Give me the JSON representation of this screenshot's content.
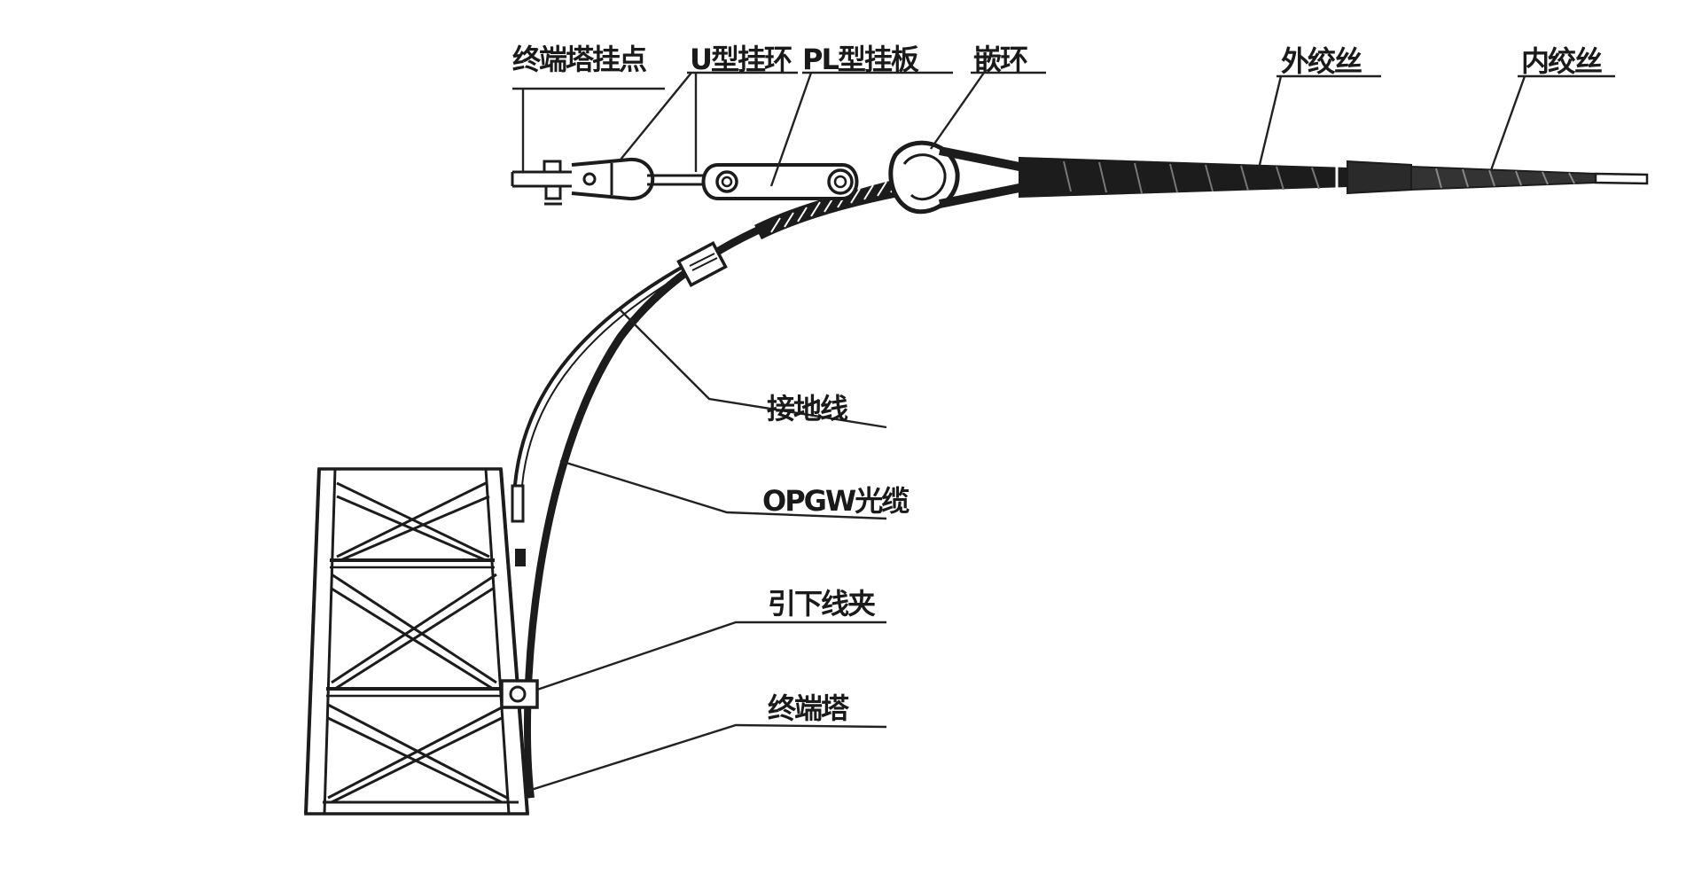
{
  "diagram": {
    "labels": {
      "tower_hanging_point": "终端塔挂点",
      "u_shackle": "U型挂环",
      "pl_plate": "PL型挂板",
      "thimble": "嵌环",
      "outer_rods": "外绞丝",
      "inner_rods": "内绞丝",
      "ground_wire": "接地线",
      "opgw_cable": "OPGW光缆",
      "downlead_clamp": "引下线夹",
      "terminal_tower": "终端塔"
    },
    "colors": {
      "ink": "#1c1c1c",
      "background": "#ffffff"
    }
  }
}
